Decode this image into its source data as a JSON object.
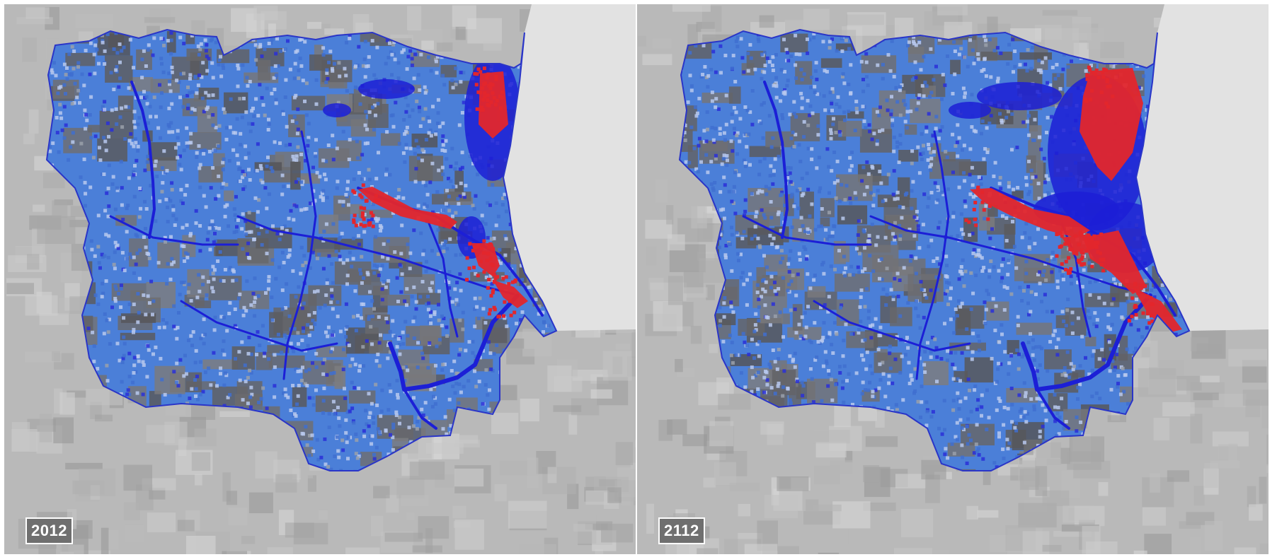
{
  "panels": [
    {
      "year": "2012",
      "flood_extent": "low"
    },
    {
      "year": "2112",
      "flood_extent": "high"
    }
  ],
  "colors": {
    "background": "#b9b9b9",
    "sea": "#e2e2e2",
    "region_light_blue": "#4b7fd8",
    "region_dark_blue": "#1c1fd6",
    "region_red": "#e3262c",
    "region_gray": "#6f6f6f",
    "pixel_white": "#b8c9ee",
    "label_border": "#ffffff"
  }
}
